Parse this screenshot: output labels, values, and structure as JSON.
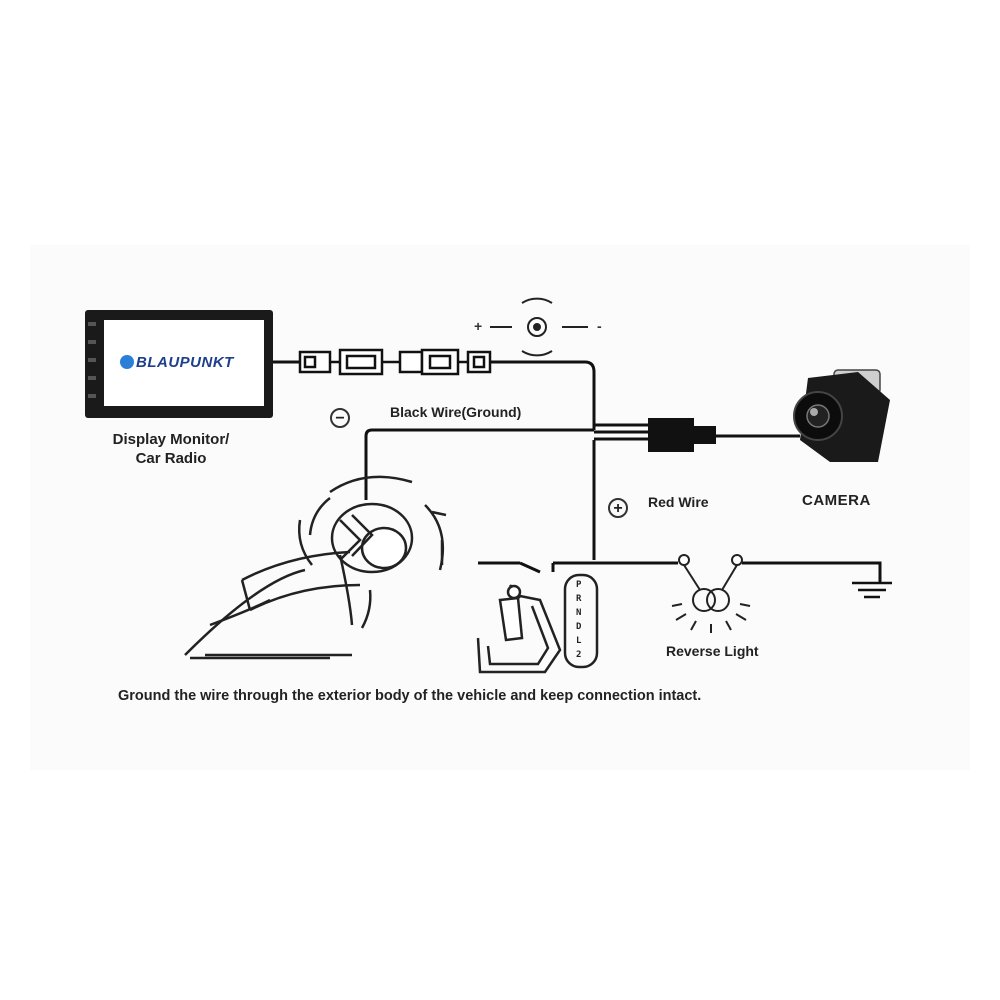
{
  "monitor": {
    "brand": "BLAUPUNKT",
    "label_line1": "Display Monitor/",
    "label_line2": "Car Radio"
  },
  "wires": {
    "black": "Black Wire(Ground)",
    "red": "Red Wire",
    "minus_symbol": "−",
    "plus_symbol": "+"
  },
  "bulb_poles": {
    "plus": "+",
    "minus": "-"
  },
  "camera": {
    "label": "CAMERA"
  },
  "reverse_light": {
    "label": "Reverse  Light"
  },
  "gear_shift": {
    "positions": [
      "P",
      "R",
      "N",
      "D",
      "L",
      "2"
    ]
  },
  "footer": {
    "note": "Ground the wire through the exterior body of the vehicle and keep connection intact."
  },
  "icons": [
    "monitor-icon",
    "connector-icon",
    "bulb-icon",
    "camera-icon",
    "ground-bolt-icon",
    "gear-shift-icon",
    "reverse-light-icon",
    "ground-symbol-icon"
  ]
}
